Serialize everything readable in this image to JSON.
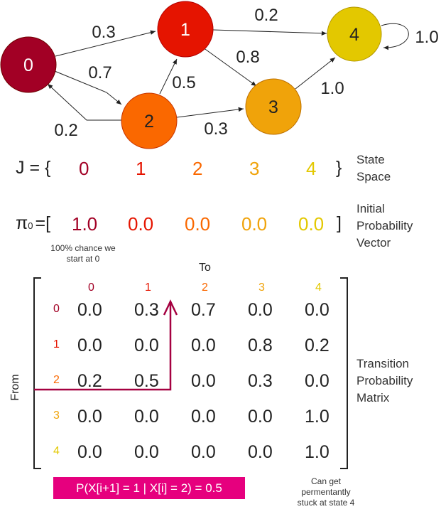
{
  "graph": {
    "nodes": [
      {
        "id": "0",
        "label": "0",
        "color": "#a20025"
      },
      {
        "id": "1",
        "label": "1",
        "color": "#e51400"
      },
      {
        "id": "2",
        "label": "2",
        "color": "#fa6800"
      },
      {
        "id": "3",
        "label": "3",
        "color": "#f0a30a"
      },
      {
        "id": "4",
        "label": "4",
        "color": "#e3c800"
      }
    ],
    "edges": [
      {
        "from": "0",
        "to": "1",
        "label": "0.3"
      },
      {
        "from": "0",
        "to": "2",
        "label": "0.7"
      },
      {
        "from": "2",
        "to": "0",
        "label": "0.2"
      },
      {
        "from": "2",
        "to": "1",
        "label": "0.5"
      },
      {
        "from": "2",
        "to": "3",
        "label": "0.3"
      },
      {
        "from": "1",
        "to": "4",
        "label": "0.2"
      },
      {
        "from": "1",
        "to": "3",
        "label": "0.8"
      },
      {
        "from": "3",
        "to": "4",
        "label": "1.0"
      },
      {
        "from": "4",
        "to": "4",
        "label": "1.0"
      }
    ]
  },
  "state_space": {
    "prefix": "J = {",
    "close": "}",
    "states": [
      {
        "label": "0",
        "color": "#a20025"
      },
      {
        "label": "1",
        "color": "#e51400"
      },
      {
        "label": "2",
        "color": "#fa6800"
      },
      {
        "label": "3",
        "color": "#f0a30a"
      },
      {
        "label": "4",
        "color": "#e3c800"
      }
    ],
    "caption_line1": "State",
    "caption_line2": "Space"
  },
  "initial_vector": {
    "prefix": "π",
    "subscript": "0",
    "equals": "=[",
    "close": "]",
    "values": [
      {
        "v": "1.0",
        "color": "#a20025"
      },
      {
        "v": "0.0",
        "color": "#e51400"
      },
      {
        "v": "0.0",
        "color": "#fa6800"
      },
      {
        "v": "0.0",
        "color": "#f0a30a"
      },
      {
        "v": "0.0",
        "color": "#e3c800"
      }
    ],
    "note_line1": "100% chance we",
    "note_line2": "start at 0",
    "caption_line1": "Initial",
    "caption_line2": "Probability",
    "caption_line3": "Vector"
  },
  "matrix": {
    "to_label": "To",
    "from_label": "From",
    "headers": [
      "0",
      "1",
      "2",
      "3",
      "4"
    ],
    "header_colors": [
      "#a20025",
      "#e51400",
      "#fa6800",
      "#f0a30a",
      "#e3c800"
    ],
    "rows": [
      [
        "0.0",
        "0.3",
        "0.7",
        "0.0",
        "0.0"
      ],
      [
        "0.0",
        "0.0",
        "0.0",
        "0.8",
        "0.2"
      ],
      [
        "0.2",
        "0.5",
        "0.0",
        "0.3",
        "0.0"
      ],
      [
        "0.0",
        "0.0",
        "0.0",
        "0.0",
        "1.0"
      ],
      [
        "0.0",
        "0.0",
        "0.0",
        "0.0",
        "1.0"
      ]
    ],
    "caption_line1": "Transition",
    "caption_line2": "Probability",
    "caption_line3": "Matrix",
    "highlight_color": "#a50040",
    "example": "P(X[i+1] = 1 | X[i] = 2) = 0.5",
    "example_bg": "#e6007e",
    "stuck_line1": "Can get",
    "stuck_line2": "permentantly",
    "stuck_line3": "stuck at state 4"
  }
}
